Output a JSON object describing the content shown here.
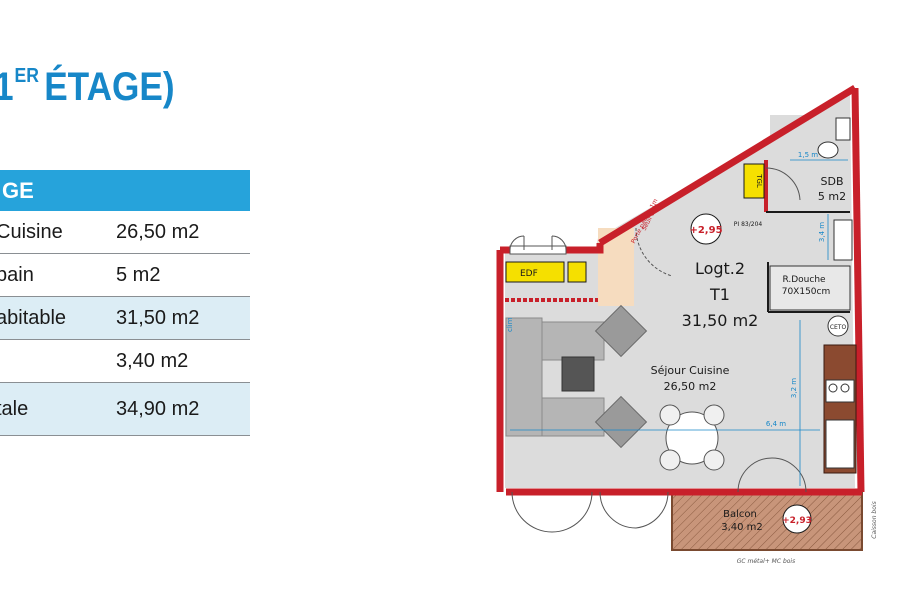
{
  "heading": {
    "level": "1",
    "level_suffix": "ER",
    "text": "ÉTAGE)"
  },
  "table": {
    "header": "GE",
    "rows": [
      {
        "label": "Cuisine",
        "value": "26,50 m2"
      },
      {
        "label": "bain",
        "value": "5 m2"
      },
      {
        "label": "abitable",
        "value": "31,50 m2"
      },
      {
        "label": "",
        "value": "3,40 m2"
      },
      {
        "label": "tale",
        "value": "34,90 m2"
      }
    ]
  },
  "plan": {
    "unit_title": "Logt.2",
    "unit_type": "T1",
    "unit_area": "31,50 m2",
    "sejour_name": "Séjour Cuisine",
    "sejour_area": "26,50 m2",
    "sdb_name": "SDB",
    "sdb_area": "5 m2",
    "douche_name": "R.Douche",
    "douche_size": "70X150cm",
    "balcon_name": "Balcon",
    "balcon_area": "3,40 m2",
    "height_main": "+2,95",
    "height_balcon": "+2,93",
    "edf": "EDF",
    "tgl": "TGL",
    "ceto": "CETO",
    "clim": "clim",
    "pi": "PI 83/204",
    "dim_1_5": "1,5 m",
    "dim_3_4": "3,4 m",
    "dim_6_4": "6,4 m",
    "dim_3_2": "3,2 m",
    "porte_note": "Porte palière 1m",
    "porte_note2": "Seuil 0cm",
    "garde_corps": "GC métal+ MC bois",
    "caisson": "Caisson bois",
    "colors": {
      "wall": "#c8202a",
      "floor": "#dcdcdc",
      "balcony": "#c08a6a",
      "cabinet": "#f5e000",
      "blue": "#1787c8"
    }
  }
}
